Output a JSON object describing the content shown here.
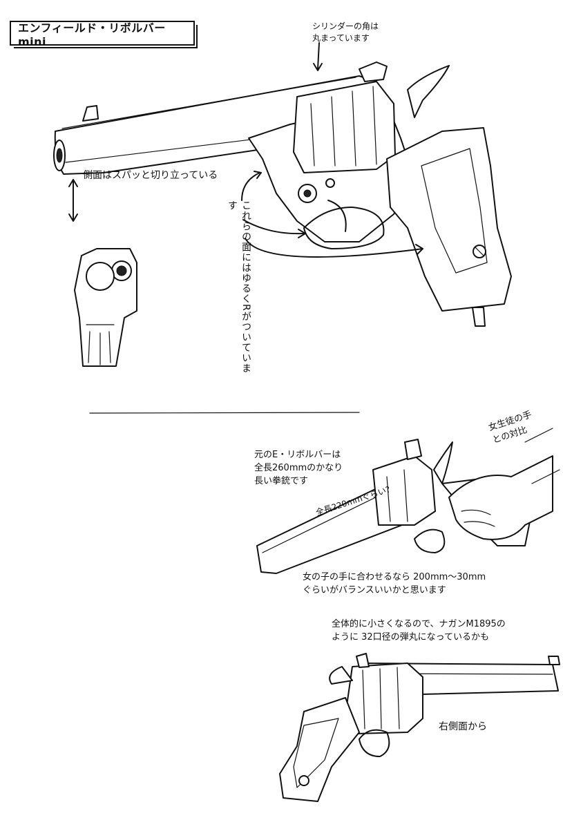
{
  "title": "エンフィールド・リボルバーmini",
  "notes": {
    "cylinder": "シリンダーの角は\n丸まっています",
    "side": "側面はスパッと切り立っている",
    "curve": "これらの面にはゆるくRがついています",
    "original": "元のE・リボルバーは\n全長260mmのかなり\n長い拳銃です",
    "length220": "全長220mmぐらい?",
    "girl": "女生徒の手\nとの対比",
    "balance": "女の子の手に合わせるなら 200mm〜30mm\nぐらいがバランスいいかと思います",
    "caliber": "全体的に小さくなるので、ナガンM1895の\nように 32口径の弾丸になっているかも",
    "right": "右側面から"
  }
}
